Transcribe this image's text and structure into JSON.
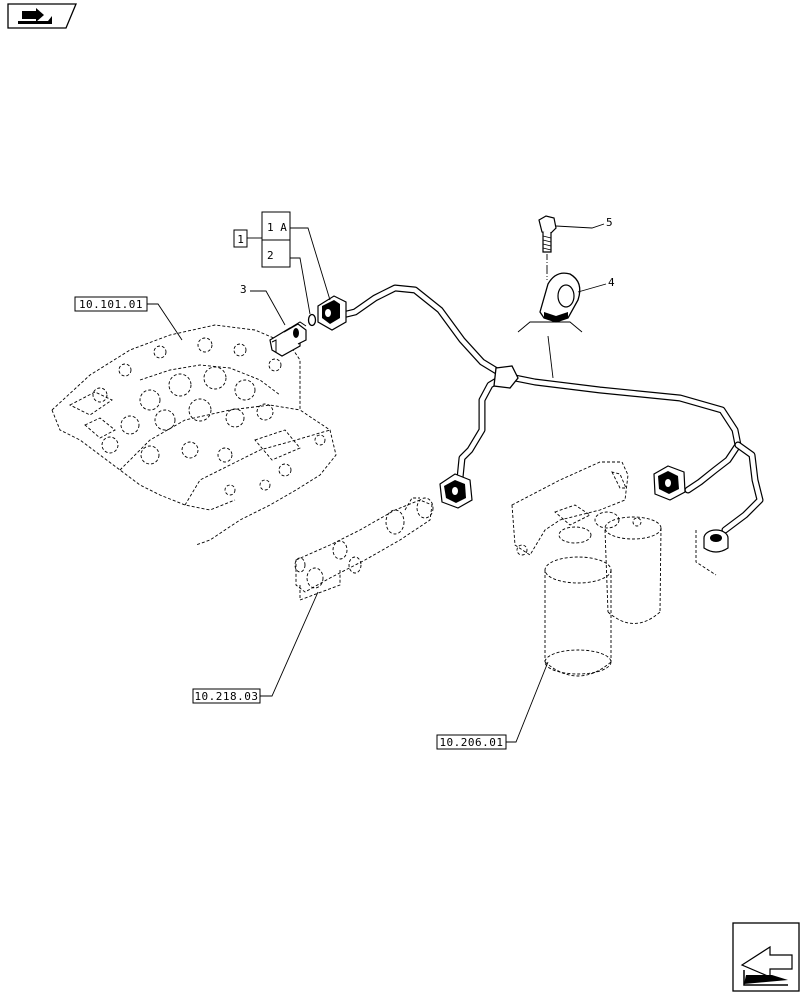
{
  "labels": {
    "group": "1",
    "item_1a": "1 A",
    "item_2": "2",
    "item_3": "3",
    "item_4": "4",
    "item_5": "5"
  },
  "refs": {
    "engine": "10.101.01",
    "rail": "10.218.03",
    "filter": "10.206.01"
  },
  "icons": {
    "top_left": "book-arrow-icon",
    "bottom_right": "next-page-arrow-icon"
  }
}
